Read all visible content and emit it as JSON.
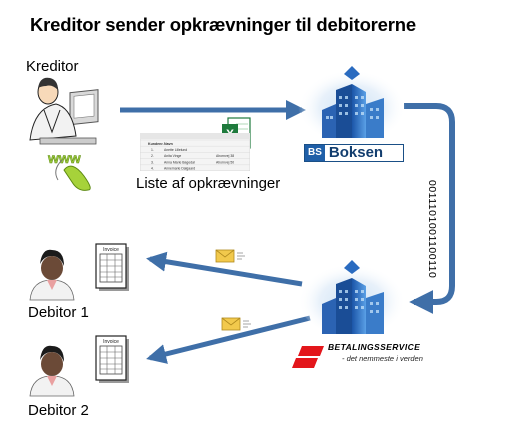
{
  "title": "Kreditor sender opkrævninger til debitorerne",
  "kreditor_label": "Kreditor",
  "liste_label": "Liste af opkrævninger",
  "boksen_logo": {
    "abbr": "BS",
    "name": "Boksen"
  },
  "binary_text": "0011101001100110",
  "betalingsservice_logo": {
    "name": "BETALINGSSERVICE",
    "tagline": "- det nemmeste i verden"
  },
  "debitor1_label": "Debitor 1",
  "debitor2_label": "Debitor 2",
  "invoice_text": "Invoice",
  "spreadsheet": {
    "headers": [
      "Kundenr.",
      "Navn"
    ],
    "rows": [
      [
        "1",
        "Anette Lillelund",
        ""
      ],
      [
        "2",
        "Anita Vinge",
        "Ahornvej 38"
      ],
      [
        "3",
        "Anna Marie Bagedal",
        "Ahornvej 50"
      ],
      [
        "4",
        "Annemarie Dalgaard",
        ""
      ]
    ]
  },
  "colors": {
    "arrow": "#3f6fa8",
    "boksen_blue": "#1f5fa8",
    "betaling_red": "#e3161b",
    "envelope": "#f2c94c",
    "excel_green": "#1e7a3c"
  }
}
